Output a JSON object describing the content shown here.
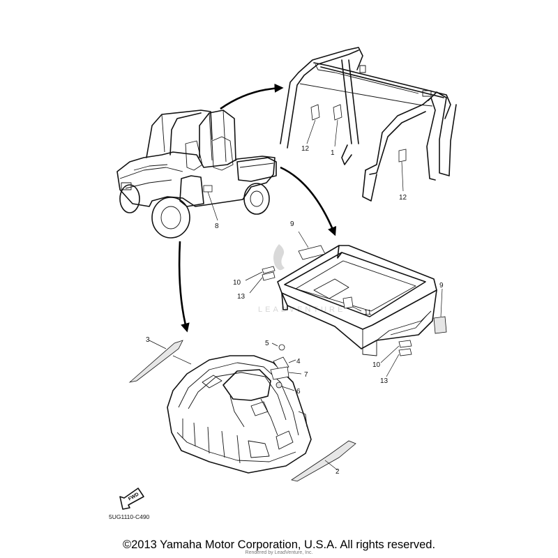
{
  "figure_code": "5UG1110-C490",
  "copyright": "©2013 Yamaha Motor Corporation, U.S.A. All rights reserved.",
  "rendered_by": "Rendered by LeadVenture, Inc.",
  "watermark": "LEADVENTURE",
  "fwd_label": "FWD",
  "callouts": {
    "c12a": "12",
    "c1": "1",
    "c12b": "12",
    "c8": "8",
    "c9a": "9",
    "c10a": "10",
    "c13a": "13",
    "c9b": "9",
    "c11": "11",
    "c10b": "10",
    "c13b": "13",
    "c3": "3",
    "c5": "5",
    "c4": "4",
    "c7": "7",
    "c6": "6",
    "c2": "2"
  }
}
